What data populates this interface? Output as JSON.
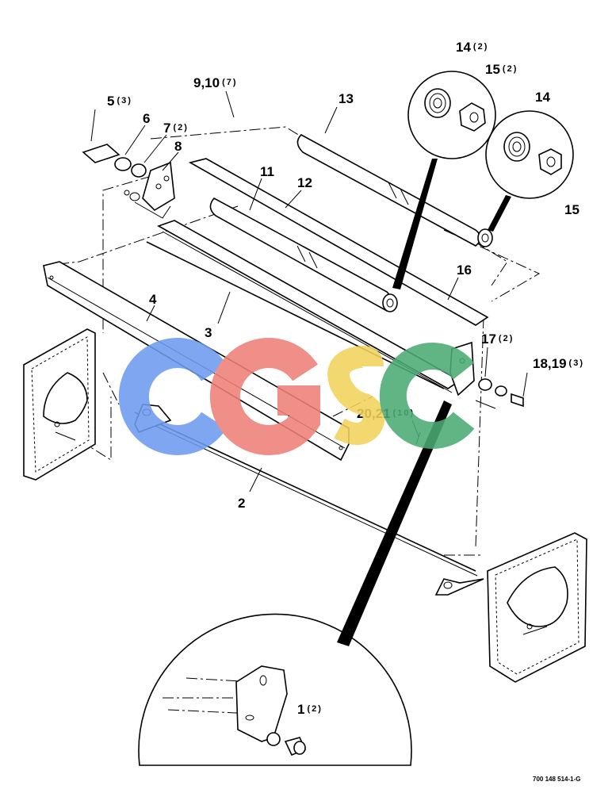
{
  "callouts": [
    {
      "id": "c1",
      "num": "1",
      "qty": "(2)"
    },
    {
      "id": "c2",
      "num": "2",
      "qty": ""
    },
    {
      "id": "c3",
      "num": "3",
      "qty": ""
    },
    {
      "id": "c4",
      "num": "4",
      "qty": ""
    },
    {
      "id": "c5",
      "num": "5",
      "qty": "(3)"
    },
    {
      "id": "c6",
      "num": "6",
      "qty": ""
    },
    {
      "id": "c7",
      "num": "7",
      "qty": "(2)"
    },
    {
      "id": "c8",
      "num": "8",
      "qty": ""
    },
    {
      "id": "c9",
      "num": "9,10",
      "qty": "(7)"
    },
    {
      "id": "c11",
      "num": "11",
      "qty": ""
    },
    {
      "id": "c12",
      "num": "12",
      "qty": ""
    },
    {
      "id": "c13",
      "num": "13",
      "qty": ""
    },
    {
      "id": "c14a",
      "num": "14",
      "qty": "(2)"
    },
    {
      "id": "c15a",
      "num": "15",
      "qty": "(2)"
    },
    {
      "id": "c14b",
      "num": "14",
      "qty": ""
    },
    {
      "id": "c15b",
      "num": "15",
      "qty": ""
    },
    {
      "id": "c16",
      "num": "16",
      "qty": ""
    },
    {
      "id": "c17",
      "num": "17",
      "qty": "(2)"
    },
    {
      "id": "c18",
      "num": "18,19",
      "qty": "(3)"
    },
    {
      "id": "c20",
      "num": "20,21",
      "qty": "(10)"
    }
  ],
  "drawing_number": "700 148 514-1-G",
  "watermark": {
    "text": "CGSC",
    "colors": [
      "#6e9bf0",
      "#ee7f78",
      "#f2d25c",
      "#4cab74"
    ]
  }
}
